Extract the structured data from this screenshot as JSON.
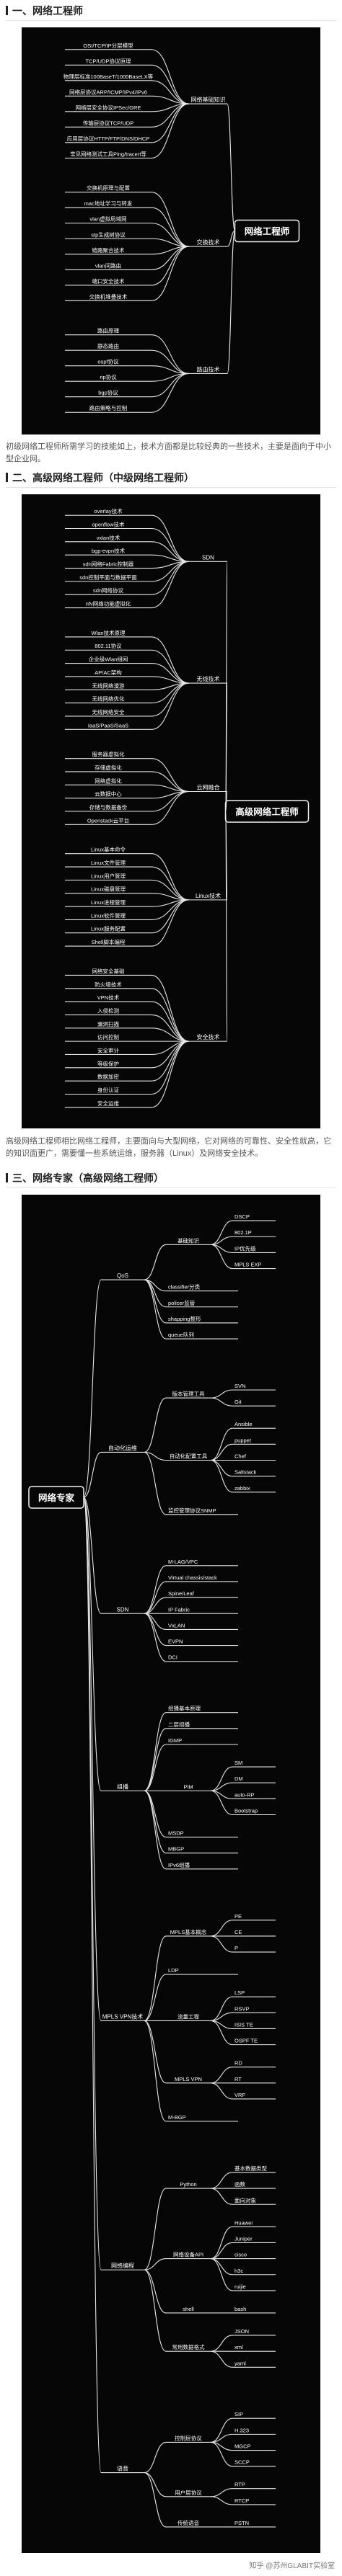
{
  "sections": [
    {
      "title": "一、网络工程师",
      "desc": "初级网络工程师所需学习的技能如上，技术方面都是比较经典的一些技术，主要是面向于中小型企业网。"
    },
    {
      "title": "二、高级网络工程师（中级网络工程师）",
      "desc": "高级网络工程师相比网络工程师，主要面向与大型网络，它对网络的可靠性、安全性就高，它的知识面更广，需要懂一些系统运维，服务器（Linux）及网络安全技术。"
    },
    {
      "title": "三、网络专家（高级网络工程师）"
    }
  ],
  "footer": {
    "text": "知乎 @苏州GLABIT实验室"
  },
  "mindmaps": [
    {
      "root": "网络工程师",
      "branches": [
        {
          "label": "网络基础知识",
          "leaves": [
            "OSI/TCP/IP分层模型",
            "TCP/UDP协议原理",
            "物理层标准100BaseT/1000BaseLX等",
            "网络层协议ARP/ICMP/IPv4/IPv6",
            "网络层安全协议IPSec/GRE",
            "传输层协议TCP/UDP",
            "应用层协议HTTP/FTP/DNS/DHCP",
            "常见网络测试工具Ping/tracert等"
          ]
        },
        {
          "label": "交换技术",
          "leaves": [
            "交换机原理与配置",
            "mac地址学习与转发",
            "vlan虚拟局域网",
            "stp生成树协议",
            "链路聚合技术",
            "vlan间路由",
            "端口安全技术",
            "交换机堆叠技术"
          ]
        },
        {
          "label": "路由技术",
          "leaves": [
            "路由原理",
            "静态路由",
            "ospf协议",
            "rip协议",
            "bgp协议",
            "路由策略与控制"
          ]
        }
      ]
    },
    {
      "root": "高级网络工程师",
      "branches": [
        {
          "label": "SDN",
          "leaves": [
            "overlay技术",
            "openflow技术",
            "vxlan技术",
            "bgp-evpn技术",
            "sdn网络Fabric控制器",
            "sdn控制平面与数据平面",
            "sdn网络协议",
            "nfv网络功能虚拟化"
          ]
        },
        {
          "label": "无线技术",
          "leaves": [
            "Wlan技术原理",
            "802.11协议",
            "企业级Wlan组网",
            "AP/AC架构",
            "无线网络漫游",
            "无线网络优化",
            "无线网络安全",
            "IaaS/PaaS/SaaS"
          ]
        },
        {
          "label": "云网融合",
          "leaves": [
            "服务器虚拟化",
            "存储虚拟化",
            "网络虚拟化",
            "云数据中心",
            "存储与数据备份",
            "Openstack云平台"
          ]
        },
        {
          "label": "Linux技术",
          "leaves": [
            "Linux基本命令",
            "Linux文件管理",
            "Linux用户管理",
            "Linux磁盘管理",
            "Linux进程管理",
            "Linux软件管理",
            "Linux服务配置",
            "Shell脚本编程"
          ]
        },
        {
          "label": "安全技术",
          "leaves": [
            "网络安全基础",
            "防火墙技术",
            "VPN技术",
            "入侵检测",
            "漏洞扫描",
            "访问控制",
            "安全审计",
            "等级保护",
            "数据加密",
            "身份认证",
            "安全运维"
          ]
        }
      ]
    },
    {
      "root": "网络专家",
      "branches": [
        {
          "label": "QoS",
          "subs": [
            {
              "label": "基础知识",
              "leaves": [
                "DSCP",
                "802.1P",
                "IP优先级",
                "MPLS EXP"
              ]
            },
            {
              "label": "",
              "leaves": [
                "classifier分类",
                "policer监管",
                "shapping整形",
                "queue队列"
              ]
            }
          ]
        },
        {
          "label": "自动化运维",
          "subs": [
            {
              "label": "版本管理工具",
              "leaves": [
                "SVN",
                "Git"
              ]
            },
            {
              "label": "自动化配置工具",
              "leaves": [
                "Ansible",
                "puppet",
                "Chef",
                "Saltstack",
                "zabbix"
              ]
            },
            {
              "label": "",
              "leaves": [
                "监控管理协议SNMP"
              ]
            }
          ]
        },
        {
          "label": "SDN",
          "subs": [
            {
              "label": "",
              "leaves": [
                "M-LAG/VPC",
                "Virtual chassis/stack",
                "Spine/Leaf",
                "IP Fabric",
                "VxLAN",
                "EVPN",
                "DCI"
              ]
            }
          ]
        },
        {
          "label": "组播",
          "subs": [
            {
              "label": "",
              "leaves": [
                "组播基本原理",
                "二层组播",
                "IGMP"
              ]
            },
            {
              "label": "PIM",
              "leaves": [
                "SM",
                "DM",
                "auto-RP",
                "Bootstrap"
              ]
            },
            {
              "label": "",
              "leaves": [
                "MSDP",
                "MBGP",
                "IPv6组播"
              ]
            }
          ]
        },
        {
          "label": "MPLS VPN技术",
          "subs": [
            {
              "label": "MPLS基本概念",
              "leaves": [
                "PE",
                "CE",
                "P"
              ]
            },
            {
              "label": "",
              "leaves": [
                "LDP"
              ]
            },
            {
              "label": "流量工程",
              "leaves": [
                "LSP",
                "RSVP",
                "ISIS TE",
                "OSPF TE"
              ]
            },
            {
              "label": "MPLS VPN",
              "leaves": [
                "RD",
                "RT",
                "VRF"
              ]
            },
            {
              "label": "",
              "leaves": [
                "M-BGP"
              ]
            }
          ]
        },
        {
          "label": "网络编程",
          "subs": [
            {
              "label": "Python",
              "leaves": [
                "基本数据类型",
                "函数",
                "面向对象"
              ]
            },
            {
              "label": "网络设备API",
              "leaves": [
                "Huawei",
                "Juniper",
                "cisco",
                "h3c",
                "ruijie"
              ]
            },
            {
              "label": "shell",
              "leaves": [
                "bash"
              ]
            },
            {
              "label": "常用数据格式",
              "leaves": [
                "JSON",
                "xml",
                "yaml"
              ]
            }
          ]
        },
        {
          "label": "语音",
          "subs": [
            {
              "label": "控制层协议",
              "leaves": [
                "SIP",
                "H.323",
                "MGCP",
                "SCCP"
              ]
            },
            {
              "label": "用户层协议",
              "leaves": [
                "RTP",
                "RTCP"
              ]
            },
            {
              "label": "传统语音",
              "leaves": [
                "PSTN"
              ]
            }
          ]
        }
      ]
    }
  ]
}
